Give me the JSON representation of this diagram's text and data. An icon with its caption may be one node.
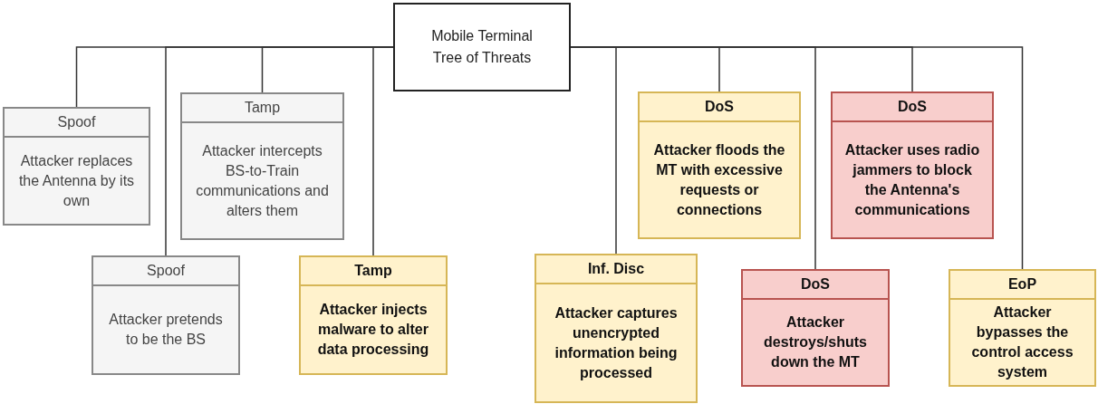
{
  "diagram": {
    "nodes": [
      {
        "text": [
          "Mobile Terminal Tree of Threats"
        ]
      },
      {
        "text": [
          "Spoof",
          "Attacker replaces the Antenna by its own"
        ]
      },
      {
        "text": [
          "Spoof",
          "Attacker pretends to be the BS"
        ]
      },
      {
        "text": [
          "Tamp",
          "Attacker intercepts BS-to-Train communications and alters them"
        ]
      },
      {
        "text": [
          "Tamp",
          "Attacker injects malware to alter data processing"
        ]
      },
      {
        "text": [
          "Inf. Disc",
          "Attacker captures unencrypted information being processed"
        ]
      },
      {
        "text": [
          "DoS",
          "Attacker floods the MT with excessive requests or connections"
        ]
      },
      {
        "text": [
          "DoS",
          "Attacker destroys/shuts down the MT"
        ]
      },
      {
        "text": [
          "DoS",
          "Attacker uses radio jammers to block the Antenna's communications"
        ]
      },
      {
        "text": [
          "EoP",
          "Attacker bypasses the control access system"
        ]
      }
    ],
    "edges": [
      {
        "from": 0,
        "to": 1,
        "arrow": "none"
      },
      {
        "from": 0,
        "to": 2,
        "arrow": "none"
      },
      {
        "from": 0,
        "to": 3,
        "arrow": "none"
      },
      {
        "from": 0,
        "to": 4,
        "arrow": "none"
      },
      {
        "from": 0,
        "to": 5,
        "arrow": "none"
      },
      {
        "from": 0,
        "to": 6,
        "arrow": "none"
      },
      {
        "from": 0,
        "to": 7,
        "arrow": "none"
      },
      {
        "from": 0,
        "to": 8,
        "arrow": "none"
      },
      {
        "from": 0,
        "to": 9,
        "arrow": "none"
      }
    ]
  }
}
